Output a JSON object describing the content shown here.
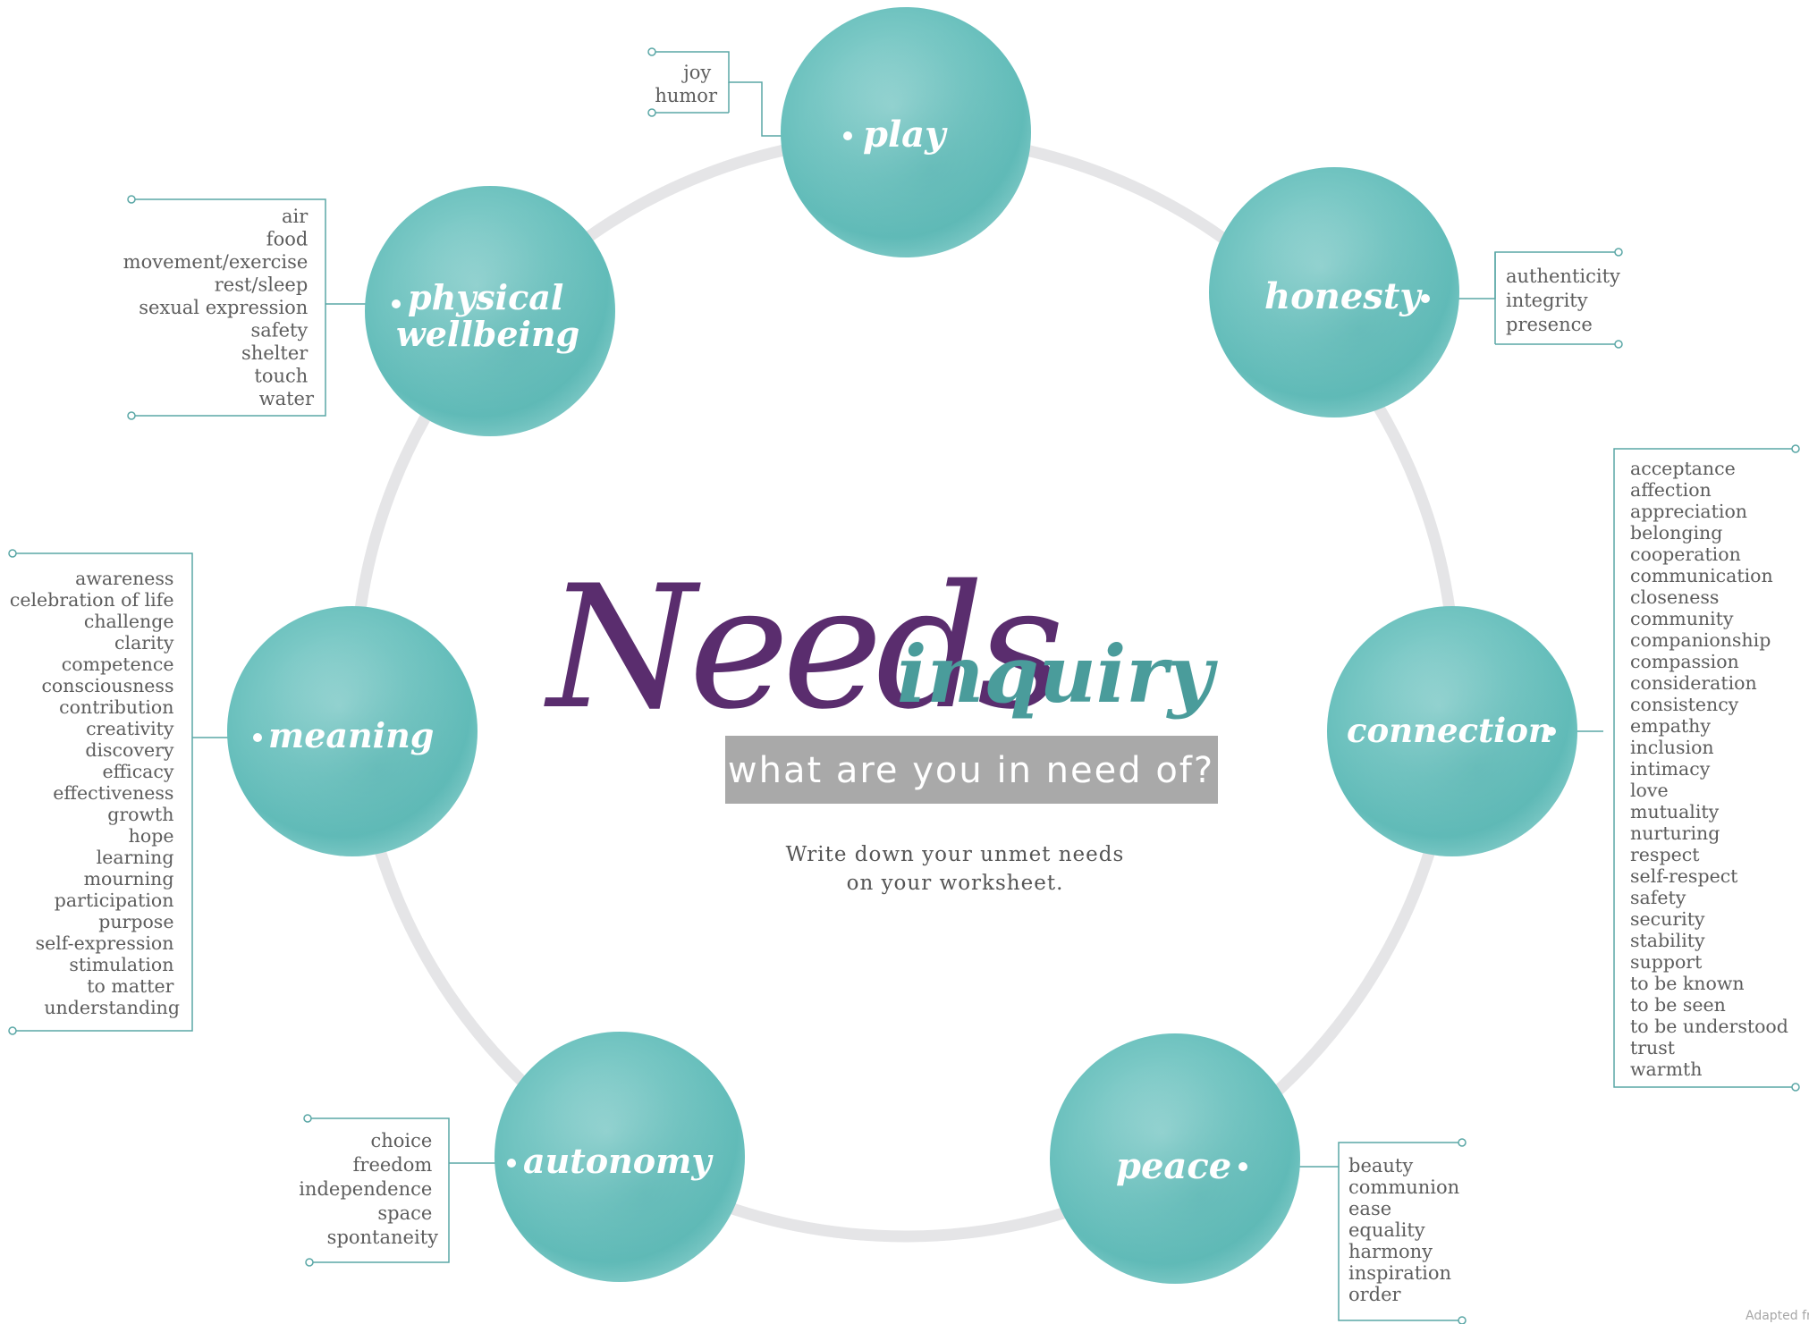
{
  "title": {
    "needs": "Needs",
    "inquiry": "inquiry",
    "subtitle": "what are you in need of?",
    "instruction_line1": "Write down your unmet needs",
    "instruction_line2": "on your worksheet."
  },
  "footer": "Adapted fr",
  "colors": {
    "teal": "#4a9c9b",
    "purple": "#5a2d6e",
    "ring": "#e5e5e7",
    "subtitle_bg": "#a9a9a9",
    "connector": "#5aa7a6",
    "list_text": "#5d5d5d"
  },
  "categories": [
    {
      "id": "play",
      "label": "play",
      "needs": [
        "joy",
        "humor"
      ]
    },
    {
      "id": "honesty",
      "label": "honesty",
      "needs": [
        "authenticity",
        "integrity",
        "presence"
      ]
    },
    {
      "id": "connection",
      "label": "connection",
      "needs": [
        "acceptance",
        "affection",
        "appreciation",
        "belonging",
        "cooperation",
        "communication",
        "closeness",
        "community",
        "companionship",
        "compassion",
        "consideration",
        "consistency",
        "empathy",
        "inclusion",
        "intimacy",
        "love",
        "mutuality",
        "nurturing",
        "respect",
        "self-respect",
        "safety",
        "security",
        "stability",
        "support",
        "to be known",
        "to be seen",
        "to be understood",
        "trust",
        "warmth"
      ]
    },
    {
      "id": "peace",
      "label": "peace",
      "needs": [
        "beauty",
        "communion",
        "ease",
        "equality",
        "harmony",
        "inspiration",
        "order"
      ]
    },
    {
      "id": "autonomy",
      "label": "autonomy",
      "needs": [
        "choice",
        "freedom",
        "independence",
        "space",
        "spontaneity"
      ]
    },
    {
      "id": "meaning",
      "label": "meaning",
      "needs": [
        "awareness",
        "celebration of life",
        "challenge",
        "clarity",
        "competence",
        "consciousness",
        "contribution",
        "creativity",
        "discovery",
        "efficacy",
        "effectiveness",
        "growth",
        "hope",
        "learning",
        "mourning",
        "participation",
        "purpose",
        "self-expression",
        "stimulation",
        "to matter",
        "understanding"
      ]
    },
    {
      "id": "physical",
      "label": "physical wellbeing",
      "label_lines": [
        "physical",
        "wellbeing"
      ],
      "needs": [
        "air",
        "food",
        "movement/exercise",
        "rest/sleep",
        "sexual expression",
        "safety",
        "shelter",
        "touch",
        "water"
      ]
    }
  ]
}
